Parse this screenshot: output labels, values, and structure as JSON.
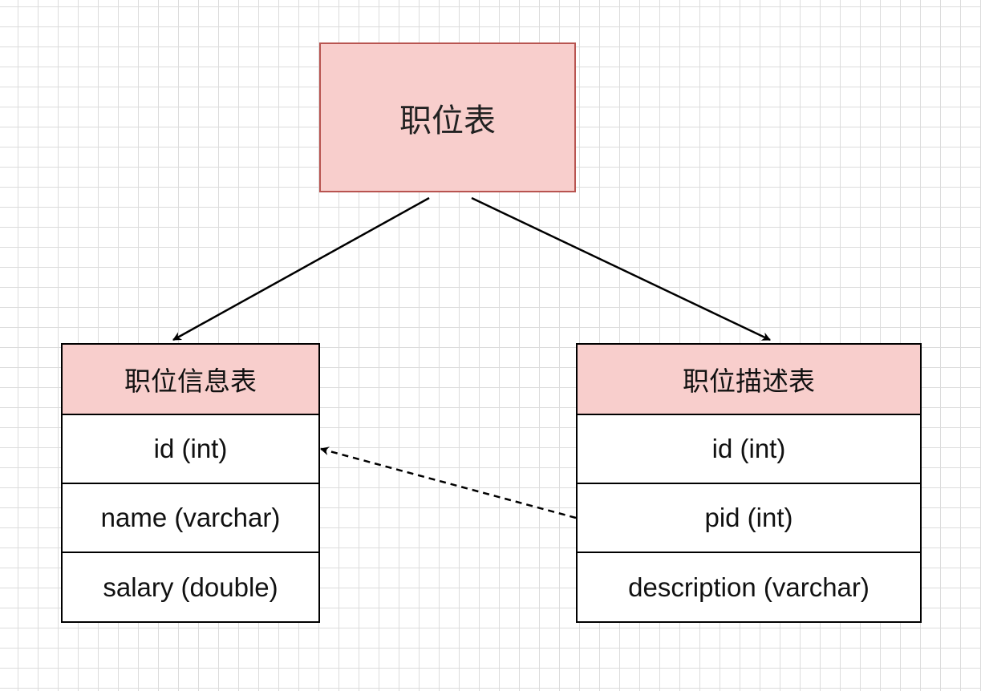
{
  "colors": {
    "entity_fill": "#f8cecc",
    "entity_border": "#b85450",
    "line": "#000000"
  },
  "root_entity": {
    "label": "职位表"
  },
  "tables": [
    {
      "name": "职位信息表",
      "fields": [
        "id (int)",
        "name (varchar)",
        "salary (double)"
      ]
    },
    {
      "name": "职位描述表",
      "fields": [
        "id (int)",
        "pid (int)",
        "description (varchar)"
      ]
    }
  ],
  "relations": [
    {
      "from": "职位表",
      "to": "职位信息表",
      "style": "solid"
    },
    {
      "from": "职位表",
      "to": "职位描述表",
      "style": "solid"
    },
    {
      "from": "职位描述表.pid (int)",
      "to": "职位信息表.id (int)",
      "style": "dashed"
    }
  ]
}
